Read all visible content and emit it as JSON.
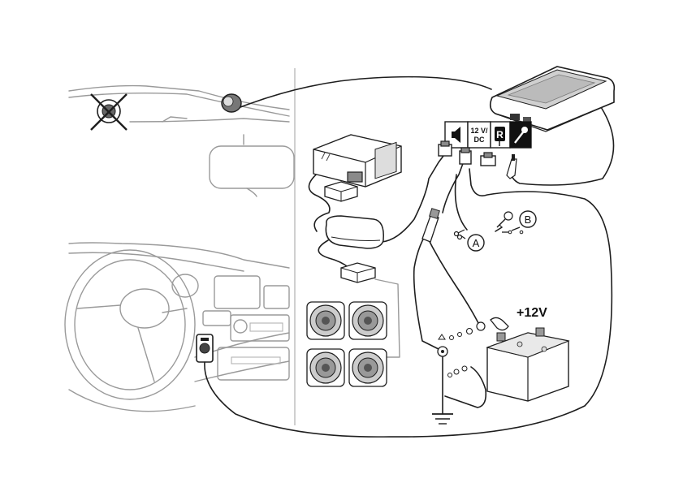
{
  "port_labels": {
    "speaker_icon": "speaker-icon",
    "power": "12 V/\nDC",
    "power_line1": "12 V/",
    "power_line2": "DC",
    "radio_mute": "R",
    "mic_icon": "microphone-icon"
  },
  "labels": {
    "battery_positive": "+12V",
    "wire_a": "A",
    "wire_b": "B"
  },
  "colors": {
    "line": "#1e1e1e",
    "car_outline": "#9a9a9a",
    "shading": "#8a8a8a"
  }
}
